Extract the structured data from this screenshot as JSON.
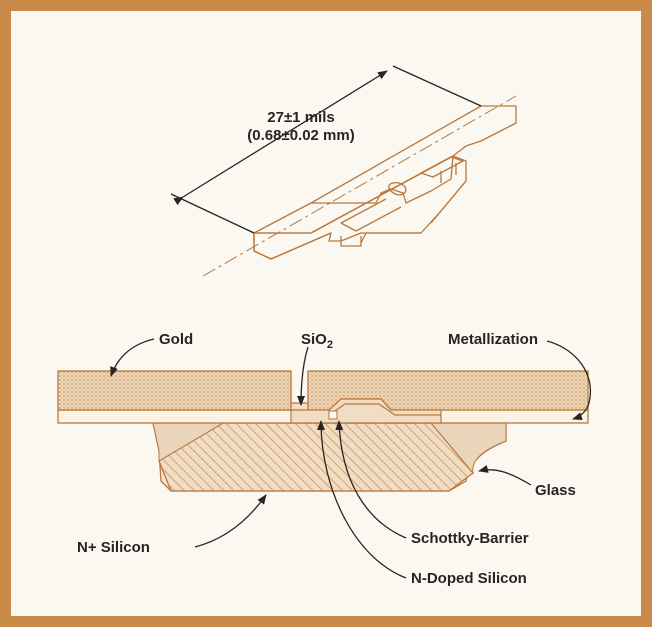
{
  "dimension": {
    "line1": "27±1 mils",
    "line2": "(0.68±0.02 mm)"
  },
  "labels": {
    "gold": "Gold",
    "sio2_main": "SiO",
    "sio2_sub": "2",
    "metallization": "Metallization",
    "glass": "Glass",
    "n_plus_silicon": "N+  Silicon",
    "schottky_barrier": "Schottky-Barrier",
    "n_doped_silicon": "N-Doped  Silicon"
  },
  "colors": {
    "border": "#c98a4a",
    "background": "#fbf8f1",
    "outline": "#b9773c",
    "gold_fill": "#e8c7a3",
    "silicon_hatch": "#c48a52",
    "glass_fill": "#f4e6d4",
    "text": "#2a2420"
  }
}
